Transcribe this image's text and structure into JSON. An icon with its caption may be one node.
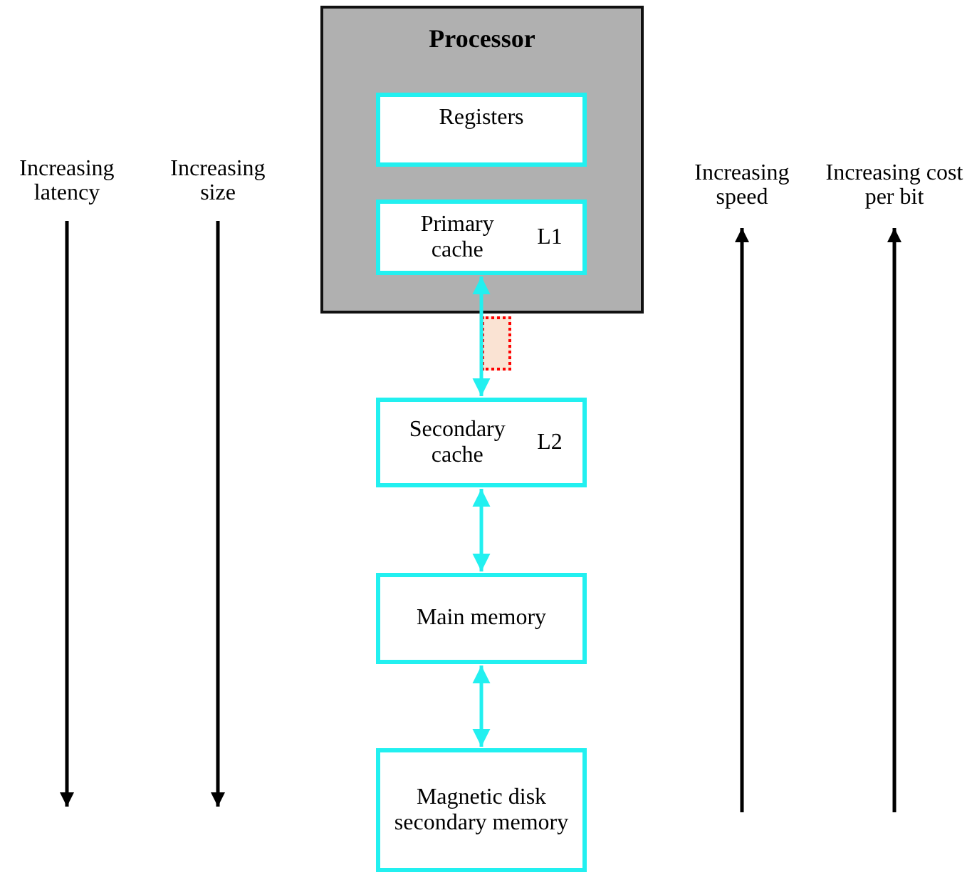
{
  "diagram": {
    "nodes": [
      {
        "text": [
          "Processor"
        ]
      },
      {
        "text": [
          "Registers"
        ],
        "in": 0
      },
      {
        "text": [
          "Primary cache",
          "L1"
        ],
        "in": 0
      },
      {
        "text": [],
        "shape": "box"
      },
      {
        "text": [
          "Secondary cache",
          "L2"
        ]
      },
      {
        "text": [
          "Main memory"
        ]
      },
      {
        "text": [
          "Magnetic disk secondary memory"
        ]
      }
    ],
    "edges": [
      {
        "from": 2,
        "to": 4,
        "arrow": "both"
      },
      {
        "from": 4,
        "to": 5,
        "arrow": "both"
      },
      {
        "from": 5,
        "to": 6,
        "arrow": "both"
      }
    ],
    "labels": [
      "Increasing latency",
      "Increasing size",
      "Increasing speed",
      "Increasing cost per bit"
    ]
  }
}
